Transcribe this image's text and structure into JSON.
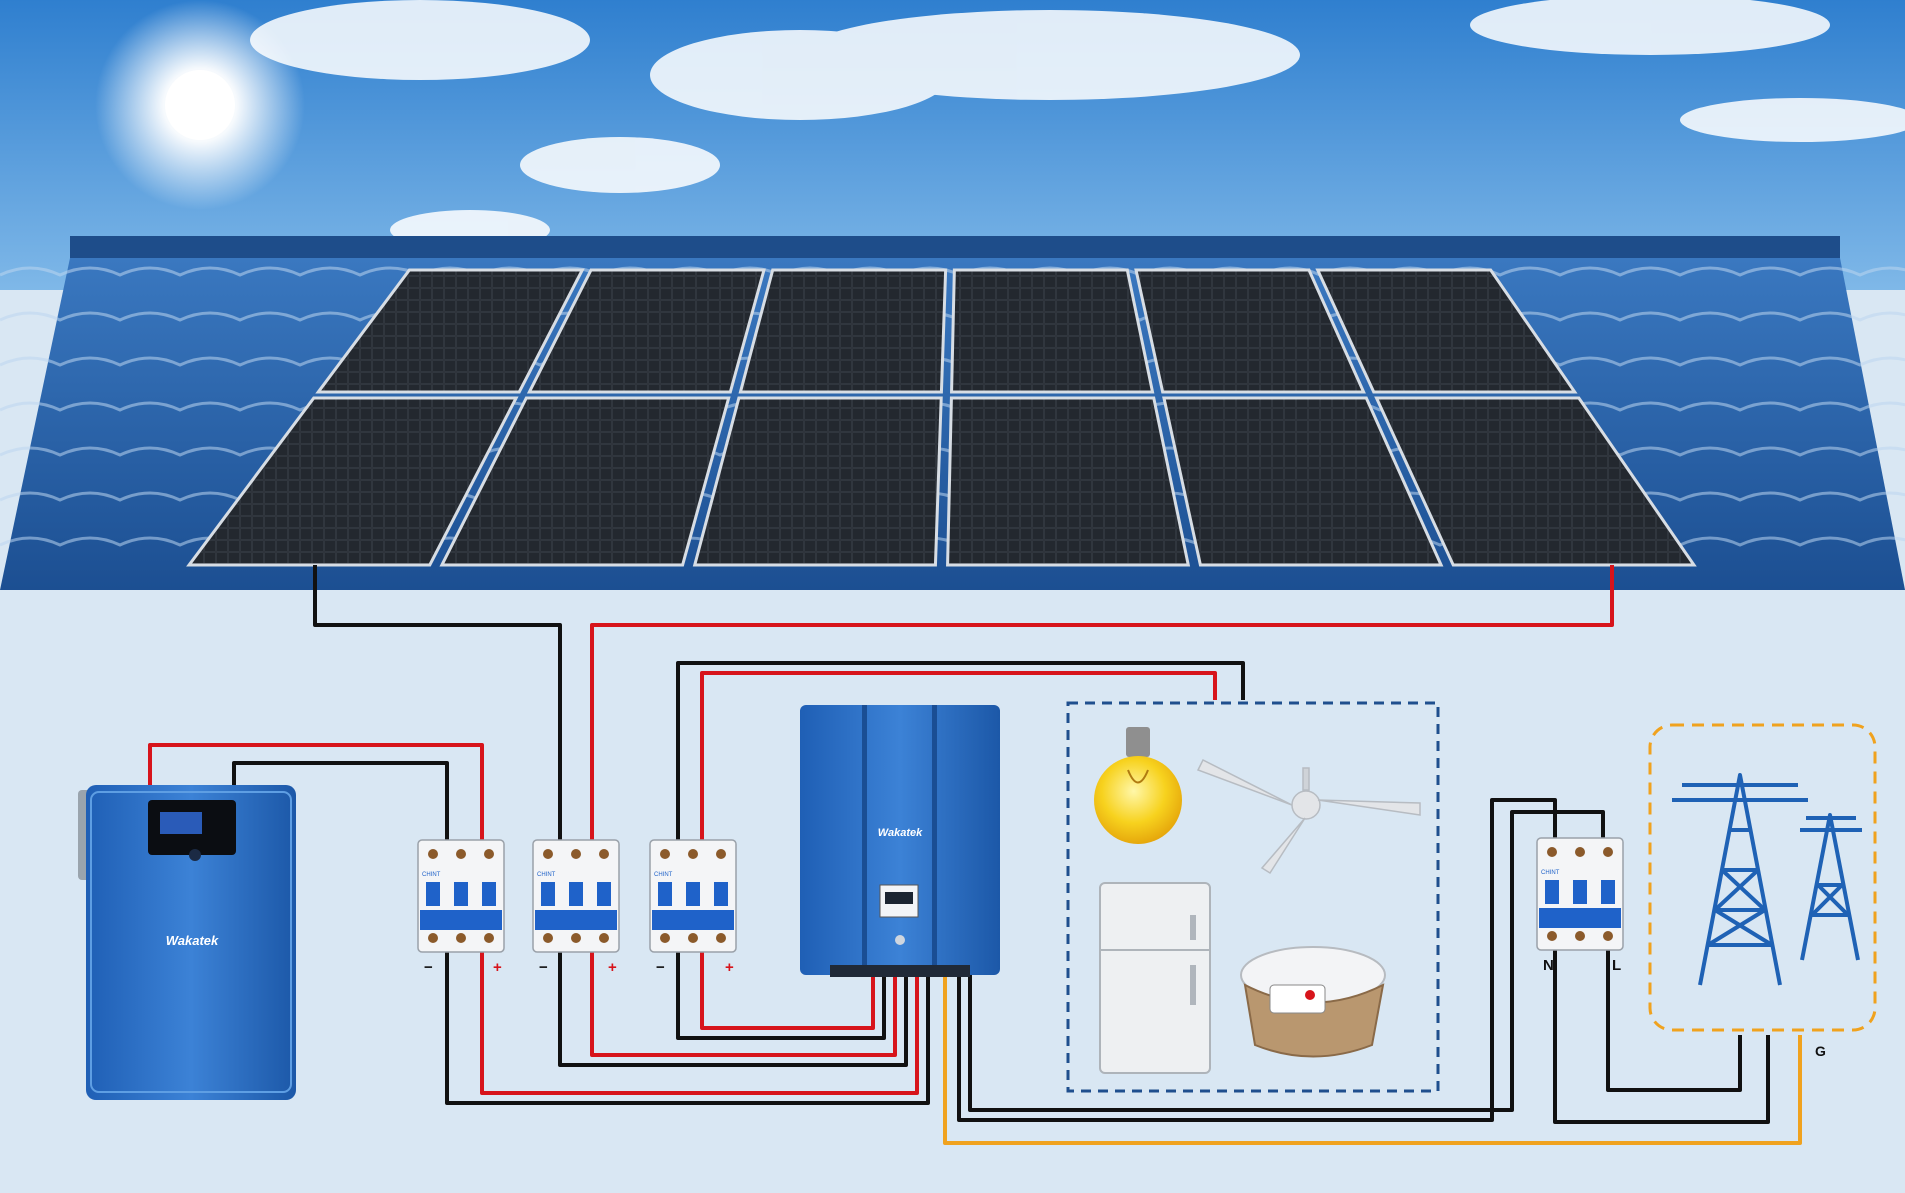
{
  "battery": {
    "brand": "Wakatek"
  },
  "inverter": {
    "brand": "Wakatek"
  },
  "breakers": [
    {
      "brand": "CHINT",
      "neg": "−",
      "pos": "+"
    },
    {
      "brand": "CHINT",
      "neg": "−",
      "pos": "+"
    },
    {
      "brand": "CHINT",
      "neg": "−",
      "pos": "+"
    },
    {
      "brand": "CHINT",
      "neg": "N",
      "pos": "L"
    }
  ],
  "grid": {
    "ground_label": "G"
  },
  "colors": {
    "sky": "#3f8fd3",
    "roof": "#2a63a8",
    "panel": "#1a1d22",
    "device_blue": "#2b6cc4",
    "wire_red": "#d7141b",
    "wire_black": "#111111",
    "wire_orange": "#f0a21e",
    "load_box": "#1f4f8e",
    "grid_box": "#f0a21e"
  },
  "icons": [
    "sun-icon",
    "light-bulb-icon",
    "ceiling-fan-icon",
    "refrigerator-icon",
    "rice-cooker-icon",
    "power-tower-icon"
  ]
}
